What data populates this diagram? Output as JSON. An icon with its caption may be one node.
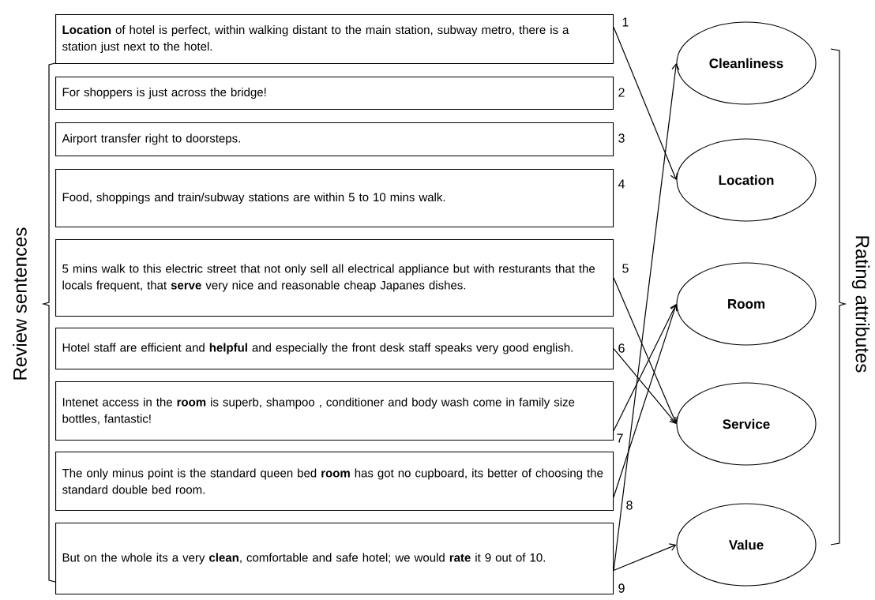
{
  "diagram": {
    "nodes": [
      {
        "text": [
          "**Location** of hotel is perfect, within walking distant to the main station, subway metro, there is a station just next to the hotel."
        ],
        "beside": [
          "1"
        ]
      },
      {
        "text": [
          "For shoppers is just across the bridge!"
        ],
        "beside": [
          "2"
        ]
      },
      {
        "text": [
          "Airport transfer right to doorsteps."
        ],
        "beside": [
          "3"
        ]
      },
      {
        "text": [
          "Food, shoppings and train/subway stations are within 5 to 10 mins walk."
        ],
        "beside": [
          "4"
        ]
      },
      {
        "text": [
          "5 mins walk to this electric street that not only sell all electrical appliance but with resturants that the locals frequent, that **serve** very nice and reasonable cheap Japanes dishes."
        ],
        "beside": [
          "5"
        ]
      },
      {
        "text": [
          "Hotel staff are efficient and **helpful** and especially the front desk staff speaks very good english."
        ],
        "beside": [
          "6"
        ]
      },
      {
        "text": [
          "Intenet access in the **room** is superb, shampoo , conditioner and body wash come in family size bottles, fantastic!"
        ],
        "beside": [
          "7"
        ]
      },
      {
        "text": [
          "The only minus point is the standard queen bed **room** has got no cupboard, its better of choosing the standard double bed room."
        ],
        "beside": [
          "8"
        ]
      },
      {
        "text": [
          "But on the whole its a very **clean**, comfortable and safe hotel; we would **rate** it 9 out of 10."
        ],
        "beside": [
          "9"
        ]
      },
      {
        "text": [
          "Cleanliness"
        ]
      },
      {
        "text": [
          "Location"
        ]
      },
      {
        "text": [
          "Room"
        ]
      },
      {
        "text": [
          "Service"
        ]
      },
      {
        "text": [
          "Value"
        ]
      }
    ],
    "edges": [
      {
        "from": 0,
        "to": 10,
        "arrow": "to"
      },
      {
        "from": 4,
        "to": 12,
        "arrow": "to"
      },
      {
        "from": 5,
        "to": 12,
        "arrow": "to"
      },
      {
        "from": 6,
        "to": 11,
        "arrow": "to"
      },
      {
        "from": 7,
        "to": 11,
        "arrow": "to"
      },
      {
        "from": 8,
        "to": 9,
        "arrow": "to"
      },
      {
        "from": 8,
        "to": 13,
        "arrow": "to"
      }
    ],
    "labels": [
      "Review sentences",
      "Rating attributes"
    ]
  }
}
